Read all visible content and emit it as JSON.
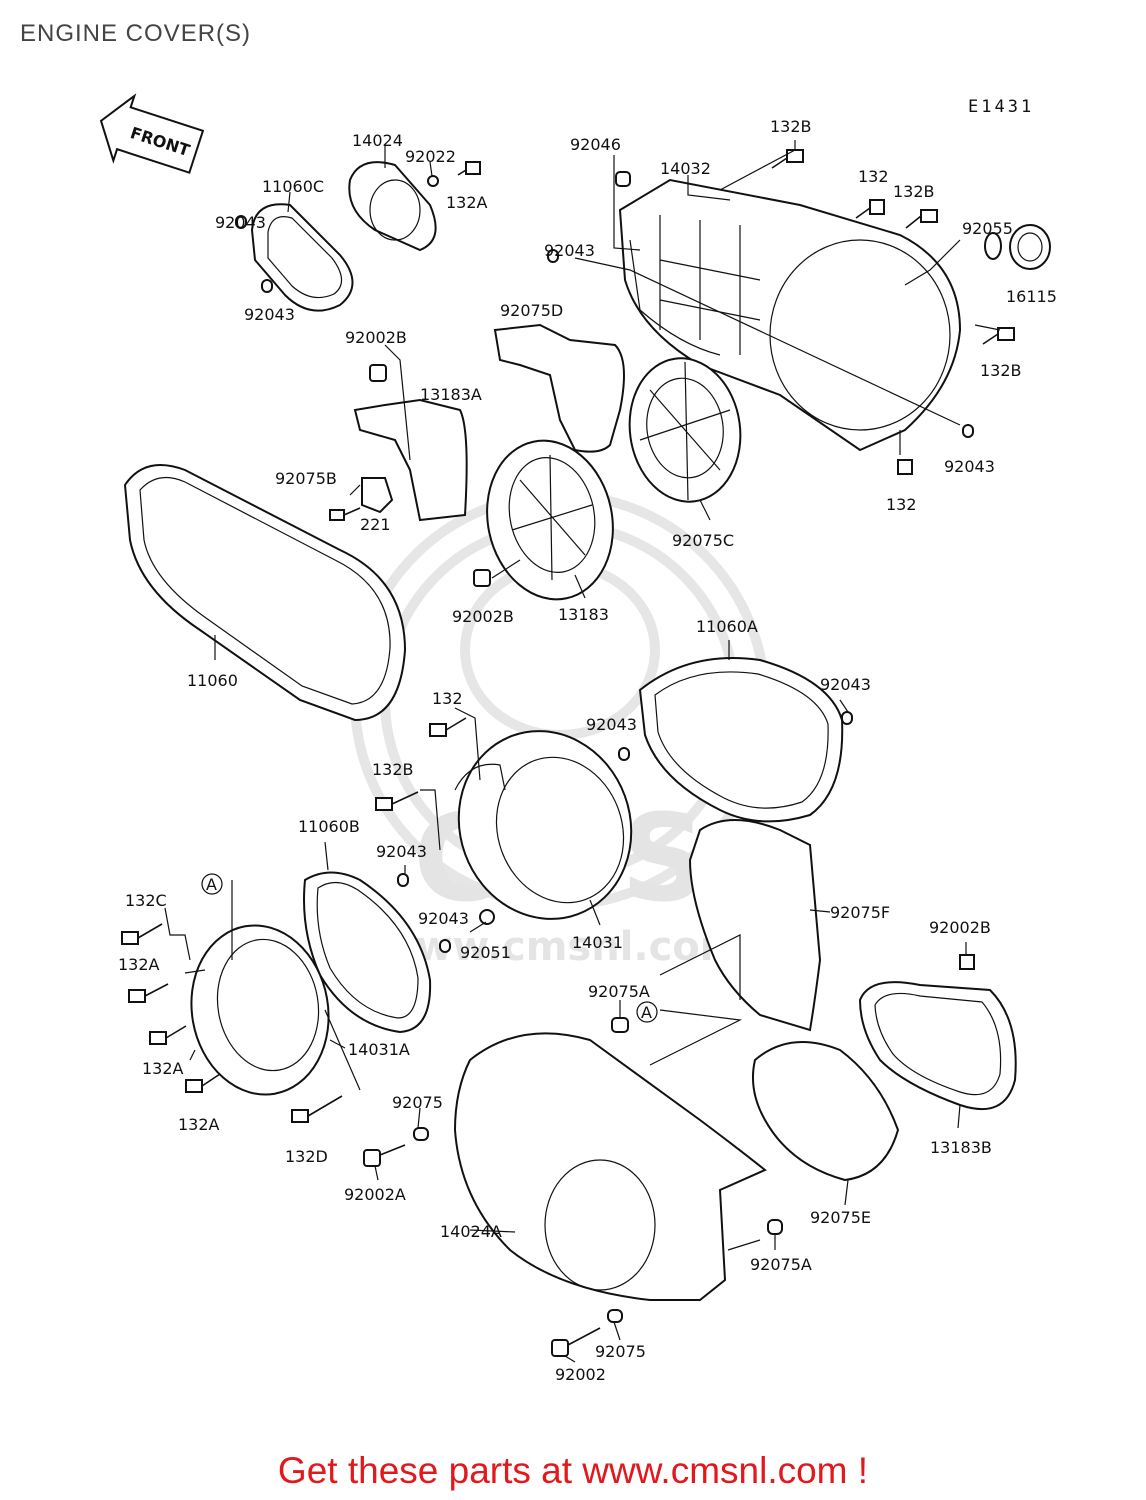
{
  "page": {
    "title": "ENGINE COVER(S)",
    "diagram_code": "E1431",
    "footer": "Get these parts at www.cmsnl.com !"
  },
  "diagram": {
    "front_arrow": "FRONT",
    "ref_marks": [
      "A",
      "A"
    ],
    "watermark": {
      "brand": "CMS",
      "url": "www.cmsnl.com"
    },
    "part_labels": [
      "14024",
      "92022",
      "11060C",
      "132A",
      "92043",
      "92043",
      "92046",
      "14032",
      "132B",
      "132",
      "132B",
      "92055",
      "16115",
      "92043",
      "132B",
      "92075D",
      "92002B",
      "13183A",
      "92043",
      "132",
      "92075B",
      "221",
      "92002B",
      "13183",
      "92075C",
      "11060",
      "11060A",
      "92043",
      "132",
      "92043",
      "132B",
      "11060B",
      "92043",
      "132C",
      "92043",
      "92051",
      "14031",
      "92075F",
      "92002B",
      "132A",
      "92075A",
      "132A",
      "14031A",
      "132A",
      "92075",
      "132D",
      "92002A",
      "13183B",
      "14024A",
      "92075E",
      "92075A",
      "92075",
      "92002"
    ]
  }
}
